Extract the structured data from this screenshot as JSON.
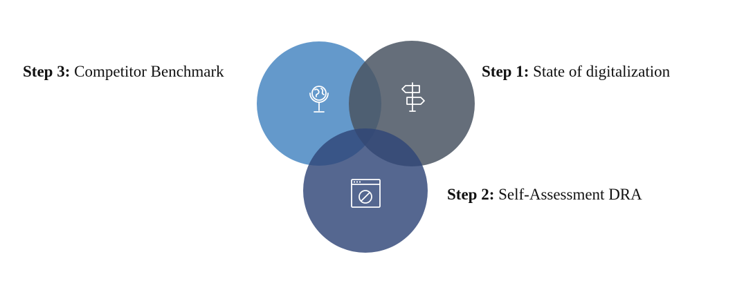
{
  "steps": {
    "step3": {
      "number_label": "Step 3:",
      "text": "Competitor Benchmark",
      "icon": "globe-icon"
    },
    "step1": {
      "number_label": "Step 1:",
      "text": "State of digitalization",
      "icon": "signpost-icon"
    },
    "step2": {
      "number_label": "Step 2:",
      "text": "Self-Assessment DRA",
      "icon": "browser-compass-icon"
    }
  },
  "colors": {
    "step3_circle": "#4f8bc4",
    "step1_circle": "#4a5563",
    "step2_circle": "#3a5080",
    "icon_stroke": "#ffffff",
    "label_text": "#111111"
  }
}
